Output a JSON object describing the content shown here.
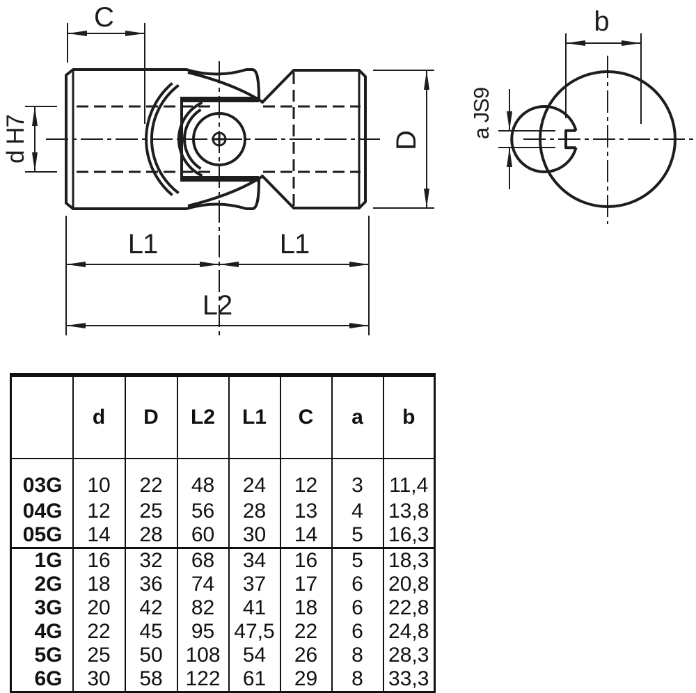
{
  "drawing": {
    "c": "C",
    "d_h7": "d H7",
    "D": "D",
    "l1": "L1",
    "l2": "L2",
    "b": "b",
    "a_js9": "a JS9"
  },
  "table": {
    "headers": [
      "",
      "d",
      "D",
      "L2",
      "L1",
      "C",
      "a",
      "b"
    ],
    "groups": [
      {
        "rows": [
          {
            "label": "03G",
            "values": [
              "10",
              "22",
              "48",
              "24",
              "12",
              "3",
              "11,4"
            ]
          },
          {
            "label": "04G",
            "values": [
              "12",
              "25",
              "56",
              "28",
              "13",
              "4",
              "13,8"
            ]
          },
          {
            "label": "05G",
            "values": [
              "14",
              "28",
              "60",
              "30",
              "14",
              "5",
              "16,3"
            ]
          }
        ]
      },
      {
        "rows": [
          {
            "label": "1G",
            "values": [
              "16",
              "32",
              "68",
              "34",
              "16",
              "5",
              "18,3"
            ]
          },
          {
            "label": "2G",
            "values": [
              "18",
              "36",
              "74",
              "37",
              "17",
              "6",
              "20,8"
            ]
          },
          {
            "label": "3G",
            "values": [
              "20",
              "42",
              "82",
              "41",
              "18",
              "6",
              "22,8"
            ]
          },
          {
            "label": "4G",
            "values": [
              "22",
              "45",
              "95",
              "47,5",
              "22",
              "6",
              "24,8"
            ]
          },
          {
            "label": "5G",
            "values": [
              "25",
              "50",
              "108",
              "54",
              "26",
              "8",
              "28,3"
            ]
          },
          {
            "label": "6G",
            "values": [
              "30",
              "58",
              "122",
              "61",
              "29",
              "8",
              "33,3"
            ]
          }
        ]
      }
    ]
  },
  "colors": {
    "line": "#1d1d1b",
    "table_line": "#111111",
    "background": "#ffffff"
  }
}
